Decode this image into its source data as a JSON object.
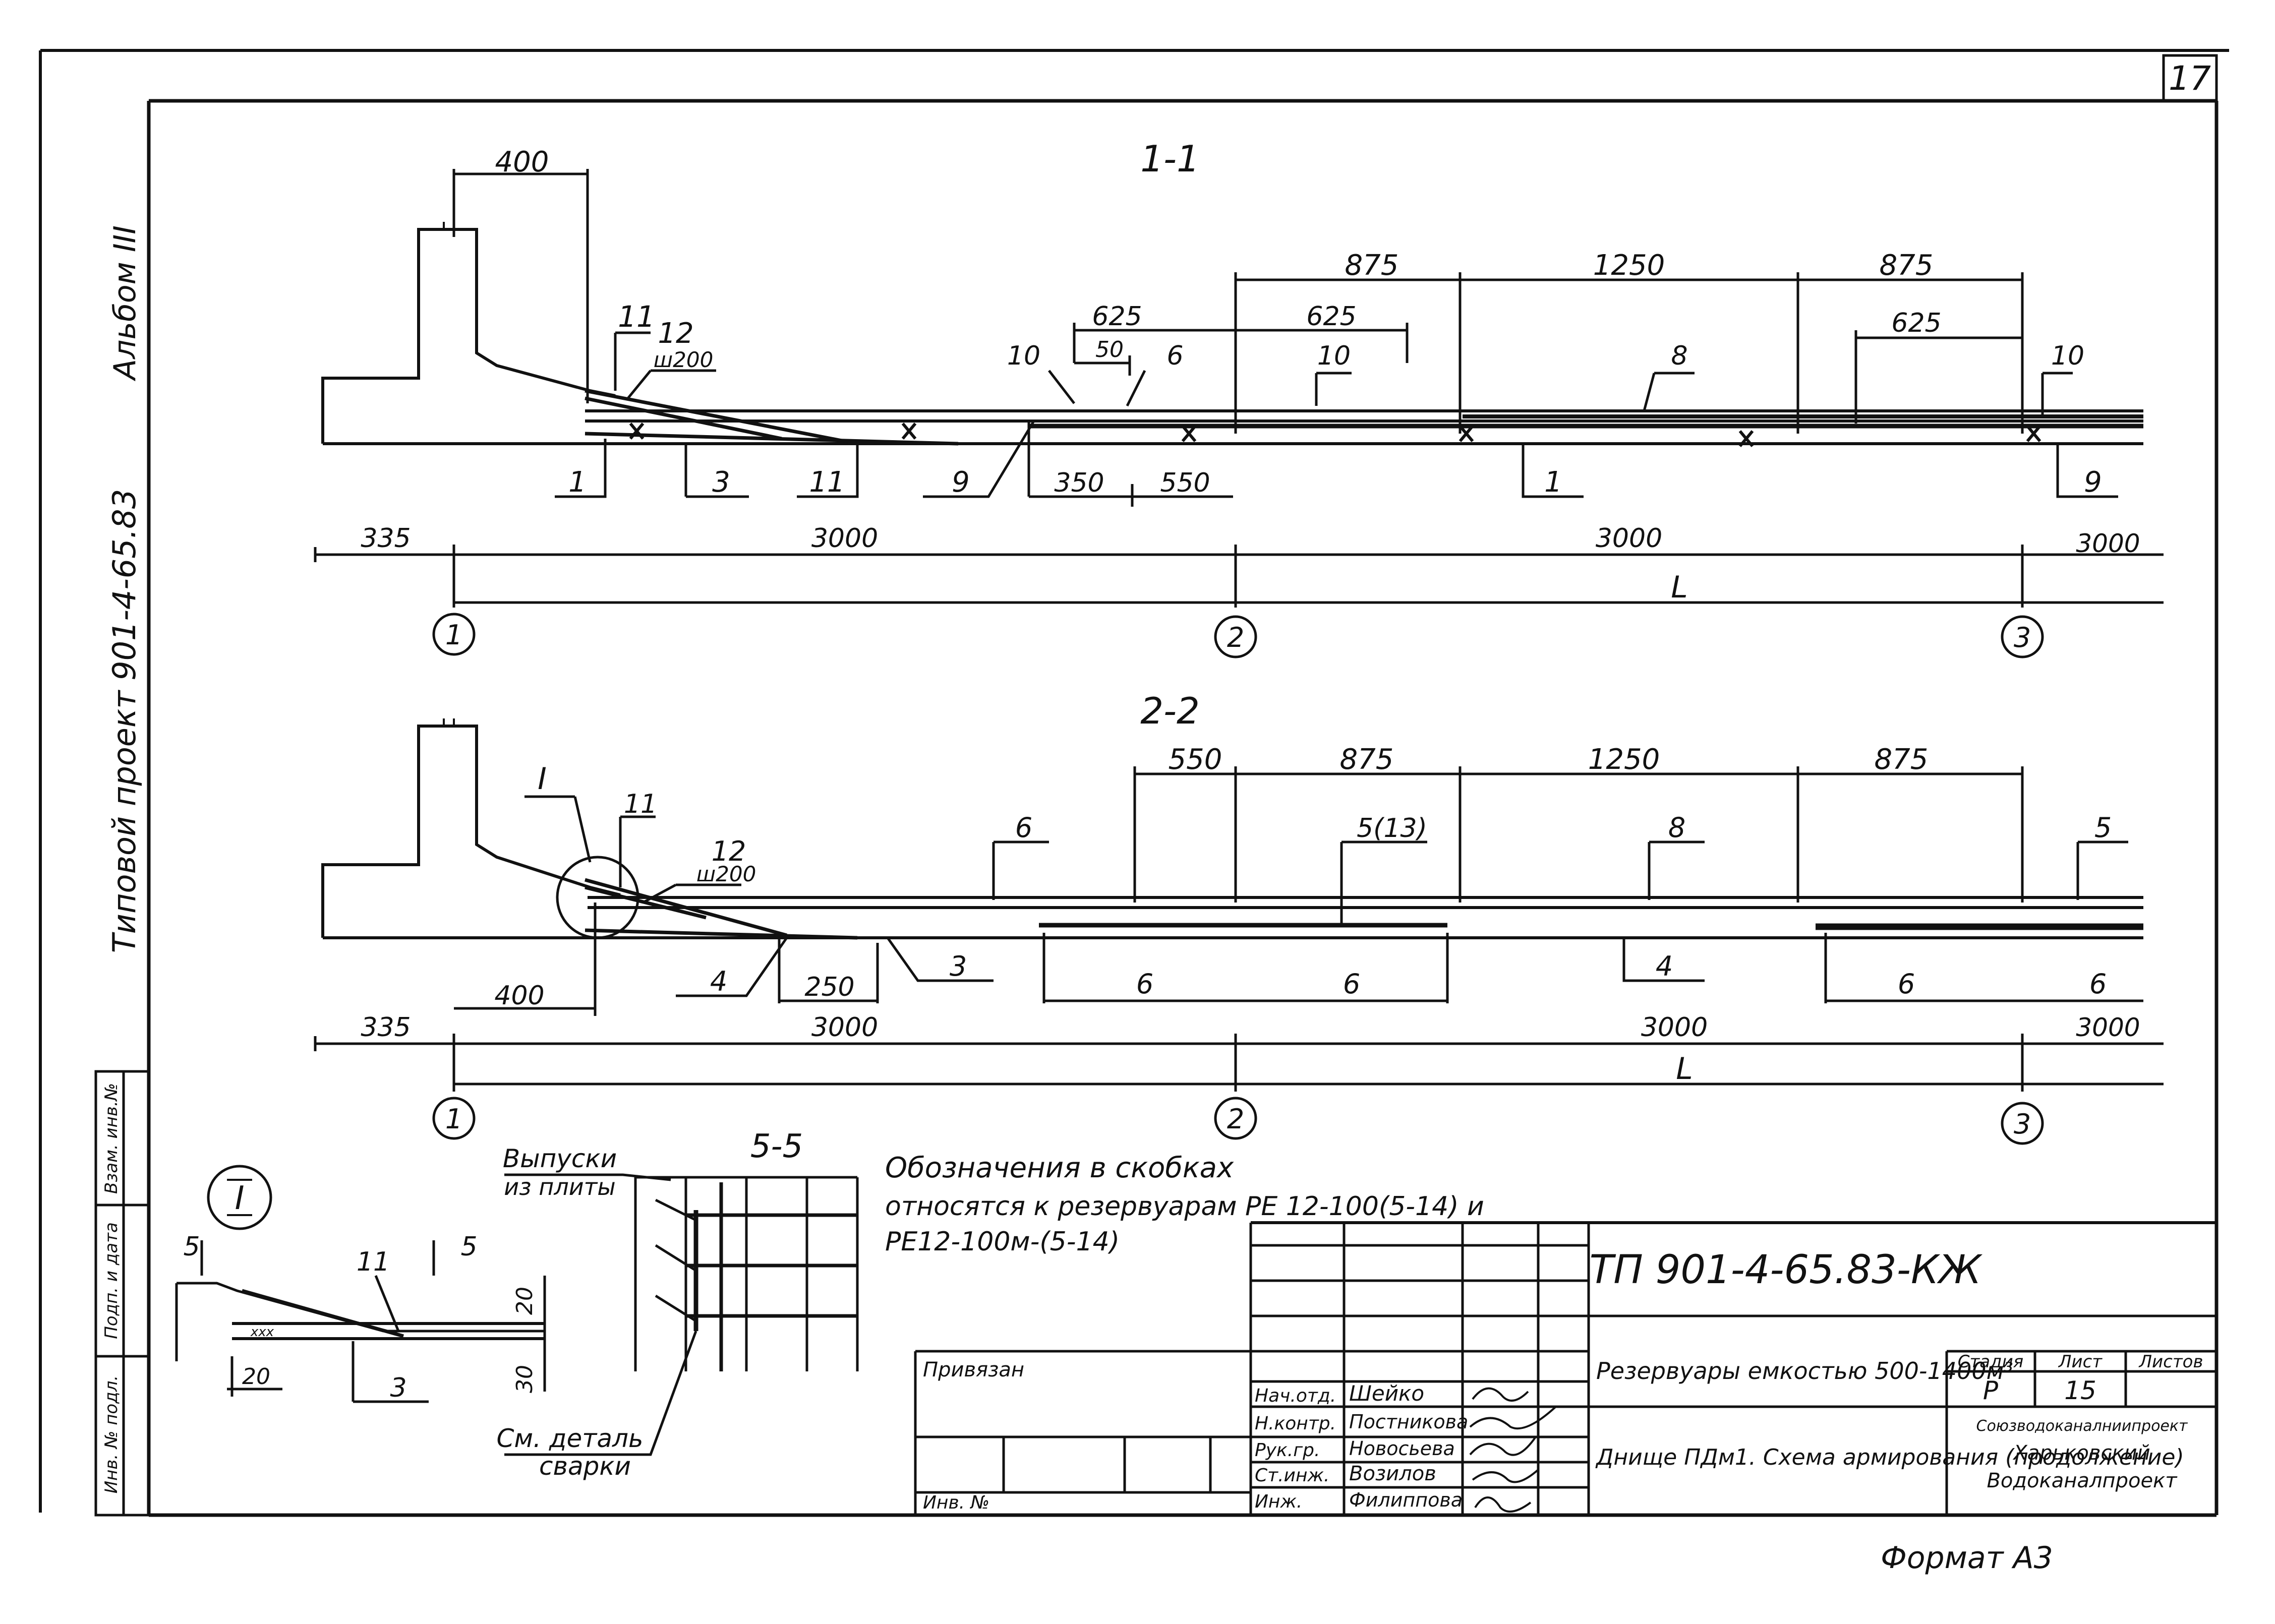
{
  "sheet_number": "17",
  "side_labels": {
    "album": "Альбом III",
    "project": "Типовой проект 901-4-65.83",
    "inventory_cols": [
      "Взам. инв.№",
      "Подп. и дата",
      "Инв. № подл."
    ]
  },
  "section_1_1": {
    "title": "1-1",
    "top_dims": [
      "400",
      "875",
      "1250",
      "875",
      "625",
      "625",
      "625",
      "50"
    ],
    "rebar_marks_top": [
      "11",
      "12",
      "10",
      "6",
      "10",
      "8",
      "10"
    ],
    "step_label": "ш200",
    "rebar_marks_bottom": [
      "1",
      "3",
      "11",
      "9",
      "1",
      "9"
    ],
    "bottom_dims": [
      "350",
      "550"
    ],
    "axis_dims": [
      "335",
      "3000",
      "3000",
      "3000"
    ],
    "span_label": "L",
    "axes": [
      "1",
      "2",
      "3"
    ]
  },
  "section_2_2": {
    "title": "2-2",
    "detail_ref": "I",
    "top_dims": [
      "550",
      "875",
      "1250",
      "875"
    ],
    "rebar_marks_top": [
      "11",
      "12",
      "6",
      "5(13)",
      "8",
      "5"
    ],
    "step_label": "ш200",
    "rebar_marks_bottom": [
      "4",
      "3",
      "6",
      "6",
      "4",
      "6",
      "6"
    ],
    "bottom_dims": [
      "400",
      "250"
    ],
    "axis_dims": [
      "335",
      "3000",
      "3000",
      "3000"
    ],
    "span_label": "L",
    "axes": [
      "1",
      "2",
      "3"
    ]
  },
  "detail_I": {
    "ref": "I",
    "cut_marks": [
      "5",
      "5"
    ],
    "marks": [
      "11",
      "3"
    ],
    "dims": [
      "20",
      "20",
      "30"
    ],
    "small": "xxx"
  },
  "section_5_5": {
    "title": "5-5",
    "callout_top": [
      "Выпуски",
      "из плиты"
    ],
    "callout_bottom": [
      "См. деталь",
      "сварки"
    ]
  },
  "note": {
    "lines": [
      "Обозначения в скобках",
      "относятся к резервуарам РЕ 12-100(5-14) и",
      "РЕ12-100м-(5-14)"
    ]
  },
  "title_block": {
    "code": "ТП 901-4-65.83-КЖ",
    "privyazan": "Привязан",
    "inv_no": "Инв. №",
    "roles": [
      "Нач.отд.",
      "Н.контр.",
      "Рук.гр.",
      "Ст.инж.",
      "Инж."
    ],
    "names": [
      "Шейко",
      "Постникова",
      "Новосьева",
      "Возилов",
      "Филиппова"
    ],
    "object_title": "Резервуары емкостью 500-1400м³",
    "sheet_title": "Днище ПДм1. Схема армирования (продолжение)",
    "stage_label": "Стадия",
    "sheet_label": "Лист",
    "sheets_label": "Листов",
    "stage": "Р",
    "sheet": "15",
    "org_1": "Союзводоканалниипроект",
    "org_2": "Харьковский",
    "org_3": "Водоканалпроект"
  },
  "format_label": "Формат А3"
}
